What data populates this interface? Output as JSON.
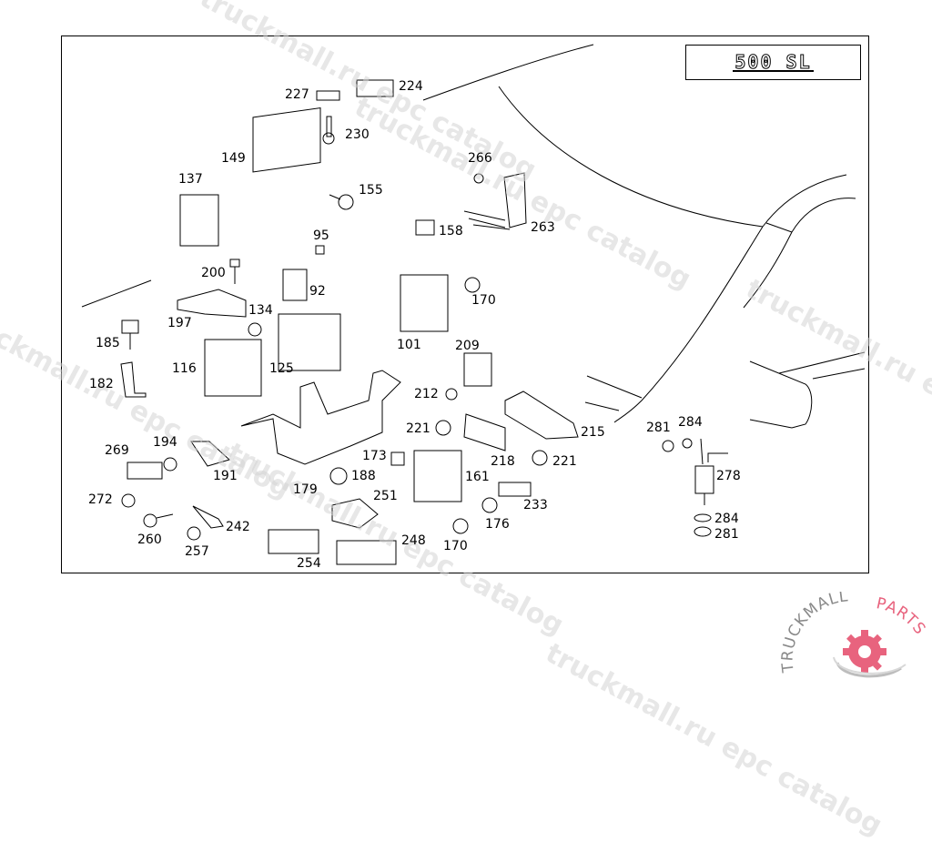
{
  "diagram": {
    "title_badge": "500 SL",
    "watermark_text": "truckmall.ru epc catalog",
    "logo": {
      "text_left": "TRUCKMALL",
      "text_right": "PARTS",
      "accent_color": "#e8637e",
      "gray_color": "#8a8a8a"
    },
    "part_labels": [
      {
        "id": "227"
      },
      {
        "id": "224"
      },
      {
        "id": "230"
      },
      {
        "id": "149"
      },
      {
        "id": "155"
      },
      {
        "id": "137"
      },
      {
        "id": "266"
      },
      {
        "id": "263"
      },
      {
        "id": "158"
      },
      {
        "id": "95"
      },
      {
        "id": "200"
      },
      {
        "id": "92"
      },
      {
        "id": "170"
      },
      {
        "id": "197"
      },
      {
        "id": "134"
      },
      {
        "id": "101"
      },
      {
        "id": "185"
      },
      {
        "id": "116"
      },
      {
        "id": "125"
      },
      {
        "id": "209"
      },
      {
        "id": "182"
      },
      {
        "id": "212"
      },
      {
        "id": "221"
      },
      {
        "id": "215"
      },
      {
        "id": "281"
      },
      {
        "id": "284"
      },
      {
        "id": "269"
      },
      {
        "id": "194"
      },
      {
        "id": "173"
      },
      {
        "id": "218"
      },
      {
        "id": "221"
      },
      {
        "id": "191"
      },
      {
        "id": "188"
      },
      {
        "id": "161"
      },
      {
        "id": "278"
      },
      {
        "id": "179"
      },
      {
        "id": "272"
      },
      {
        "id": "251"
      },
      {
        "id": "233"
      },
      {
        "id": "242"
      },
      {
        "id": "176"
      },
      {
        "id": "284"
      },
      {
        "id": "260"
      },
      {
        "id": "281"
      },
      {
        "id": "257"
      },
      {
        "id": "248"
      },
      {
        "id": "170"
      },
      {
        "id": "254"
      }
    ]
  }
}
